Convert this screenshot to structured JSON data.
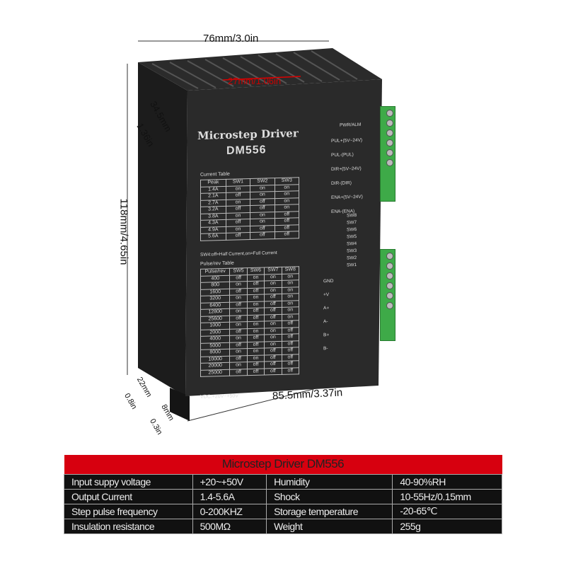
{
  "dimensions": {
    "width": "76mm/3.0in",
    "heatsink": "27mm/1.06in",
    "depth_top": "34.5mm",
    "depth_top_in": "1.36in",
    "height": "118mm/4.65in",
    "length": "85.5mm/3.37in",
    "tab_mm": "22mm",
    "tab_in": "0.8in",
    "foot_mm": "8mm",
    "foot_in": "0.3in"
  },
  "device": {
    "title": "Microstep Driver",
    "model": "DM556",
    "current_table": {
      "caption": "Current Table",
      "headers": [
        "Peak",
        "SW1",
        "SW2",
        "SW3"
      ],
      "rows": [
        [
          "1.4A",
          "on",
          "on",
          "on"
        ],
        [
          "2.1A",
          "off",
          "on",
          "on"
        ],
        [
          "2.7A",
          "on",
          "off",
          "on"
        ],
        [
          "3.2A",
          "off",
          "off",
          "on"
        ],
        [
          "3.8A",
          "on",
          "on",
          "off"
        ],
        [
          "4.3A",
          "off",
          "on",
          "off"
        ],
        [
          "4.9A",
          "on",
          "off",
          "off"
        ],
        [
          "5.6A",
          "off",
          "off",
          "off"
        ]
      ]
    },
    "sw4_note": "SW4:off=Half Current,on=Full Current",
    "pulse_table": {
      "caption": "Pulse/rev Table",
      "headers": [
        "Pulse/rev",
        "SW5",
        "SW6",
        "SW7",
        "SW8"
      ],
      "rows": [
        [
          "400",
          "off",
          "on",
          "on",
          "on"
        ],
        [
          "800",
          "on",
          "off",
          "on",
          "on"
        ],
        [
          "1600",
          "off",
          "off",
          "on",
          "on"
        ],
        [
          "3200",
          "on",
          "on",
          "off",
          "on"
        ],
        [
          "6400",
          "off",
          "on",
          "off",
          "on"
        ],
        [
          "12800",
          "on",
          "off",
          "off",
          "on"
        ],
        [
          "25600",
          "off",
          "off",
          "off",
          "on"
        ],
        [
          "1000",
          "on",
          "on",
          "on",
          "off"
        ],
        [
          "2000",
          "off",
          "on",
          "on",
          "off"
        ],
        [
          "4000",
          "on",
          "off",
          "on",
          "off"
        ],
        [
          "5000",
          "off",
          "off",
          "on",
          "off"
        ],
        [
          "8000",
          "on",
          "on",
          "off",
          "off"
        ],
        [
          "10000",
          "off",
          "on",
          "off",
          "off"
        ],
        [
          "20000",
          "on",
          "off",
          "off",
          "off"
        ],
        [
          "25000",
          "off",
          "off",
          "off",
          "off"
        ]
      ]
    },
    "vdc": "VDC:+20V~+50V",
    "signal_labels": [
      "PWR/ALM",
      "PUL+(5V~24V)",
      "PUL-(PUL)",
      "DIR+(5V~24V)",
      "DIR-(DIR)",
      "ENA+(5V~24V)",
      "ENA-(ENA)"
    ],
    "switch_labels": [
      "SW8",
      "SW7",
      "SW6",
      "SW5",
      "SW4",
      "SW3",
      "SW2",
      "SW1"
    ],
    "power_labels": [
      "GND",
      "+V",
      "A+",
      "A-",
      "B+",
      "B-"
    ]
  },
  "spec_table": {
    "title": "Microstep  Driver  DM556",
    "rows": [
      [
        "Input suppy voltage",
        "+20~+50V",
        "Humidity",
        "40-90%RH"
      ],
      [
        "Output Current",
        "1.4-5.6A",
        "Shock",
        "10-55Hz/0.15mm"
      ],
      [
        "Step pulse frequency",
        "0-200KHZ",
        "Storage temperature",
        "-20-65℃"
      ],
      [
        "Insulation resistance",
        "500MΩ",
        "Weight",
        "255g"
      ]
    ]
  },
  "colors": {
    "header": "#d7000f",
    "terminal": "#3eaa48",
    "body": "#2a2a2a"
  }
}
